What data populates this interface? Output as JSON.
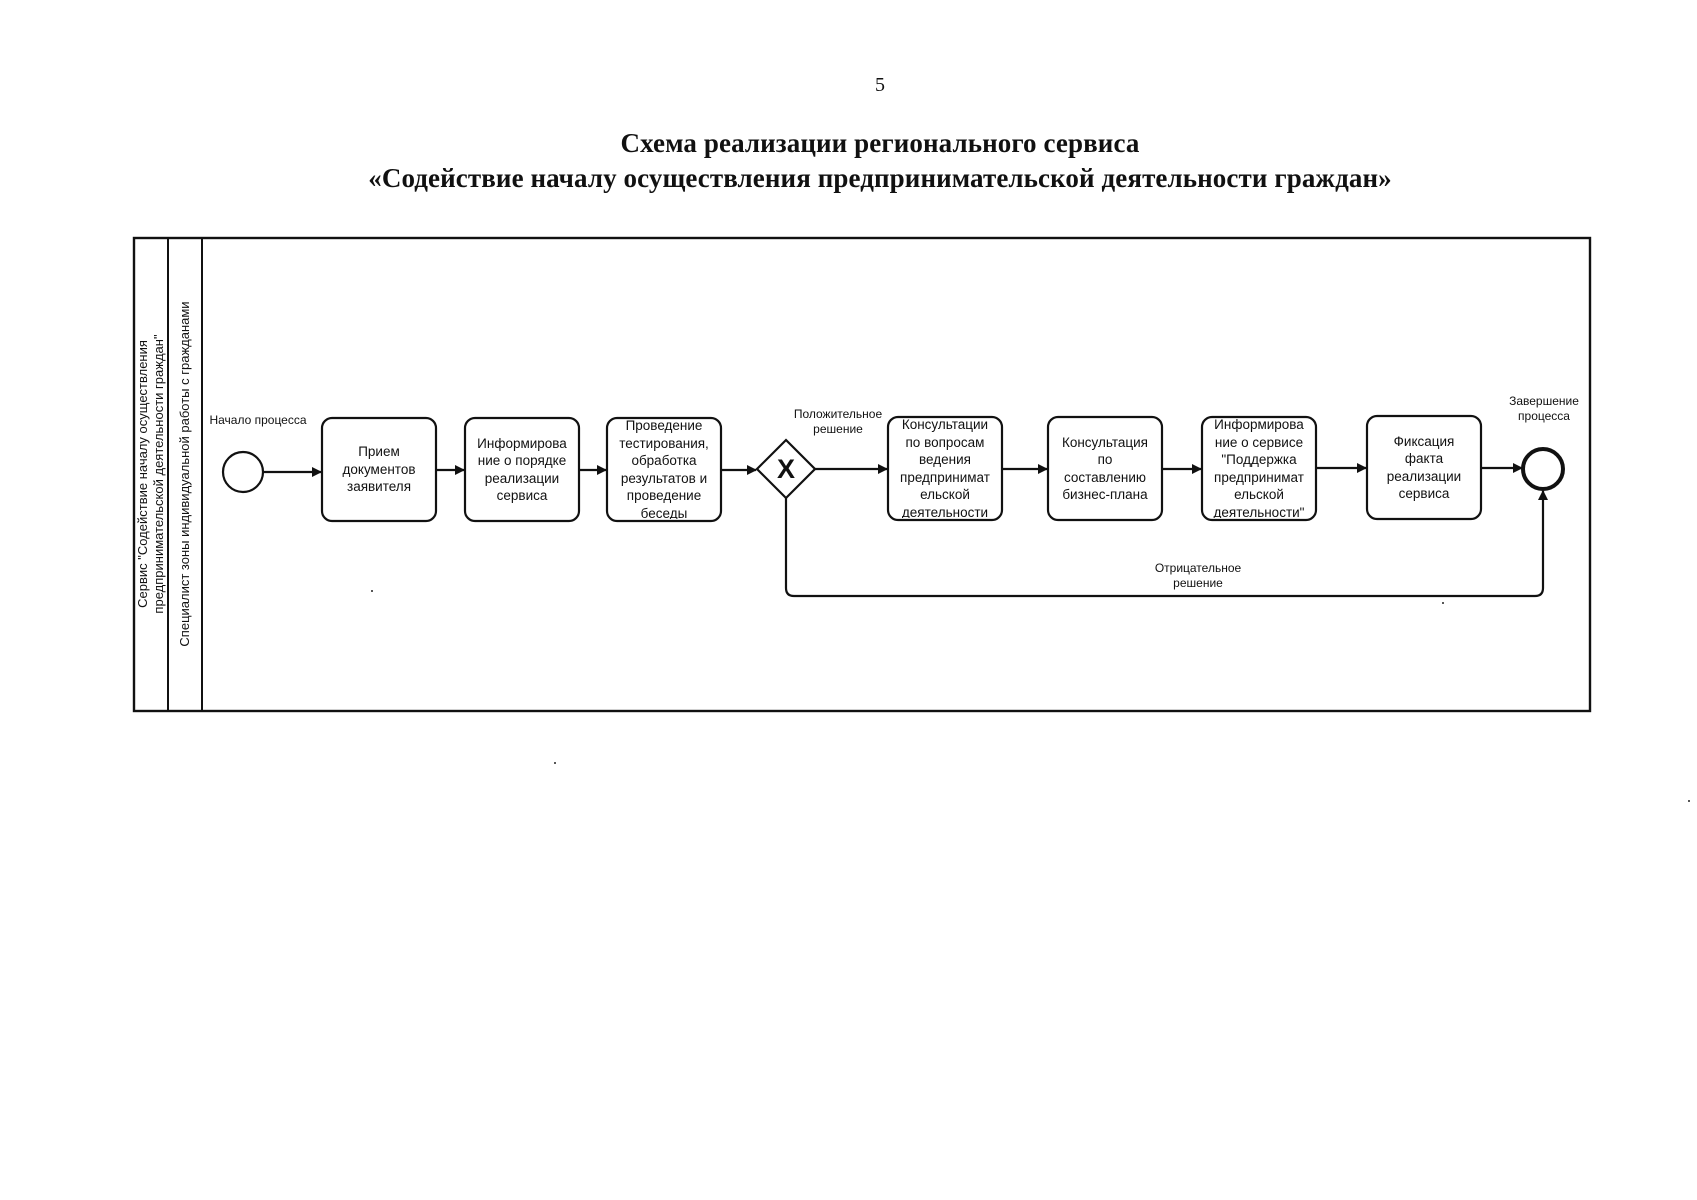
{
  "page": {
    "number": "5",
    "title_line1": "Схема реализации регионального сервиса",
    "title_line2": "«Содействие началу осуществления предпринимательской деятельности граждан»"
  },
  "pool": {
    "service_label": "Сервис \"Содействие началу осуществления\nпредпринимательской деятельности граждан\"",
    "lane_label": "Специалист зоны индивидуальной работы с гражданами"
  },
  "events": {
    "start_label": "Начало процесса",
    "end_label": "Завершение\nпроцесса"
  },
  "tasks": [
    {
      "text": "Прием\nдокументов\nзаявителя"
    },
    {
      "text": "Информирова\nние о порядке\nреализации\nсервиса"
    },
    {
      "text": "Проведение\nтестирования,\nобработка\nрезультатов и\nпроведение\nбеседы"
    },
    {
      "text": "Консультации\nпо вопросам\nведения\nпредпринимат\nельской\nдеятельности"
    },
    {
      "text": "Консультация\nпо\nсоставлению\nбизнес-плана"
    },
    {
      "text": "Информирова\nние о сервисе\n\"Поддержка\nпредпринимат\nельской\nдеятельности\""
    },
    {
      "text": "Фиксация\nфакта\nреализации\nсервиса"
    }
  ],
  "gateway": {
    "symbol": "X",
    "positive_label": "Положительное\nрешение",
    "negative_label": "Отрицательное\nрешение"
  },
  "colors": {
    "ink": "#111111",
    "background": "#ffffff"
  }
}
